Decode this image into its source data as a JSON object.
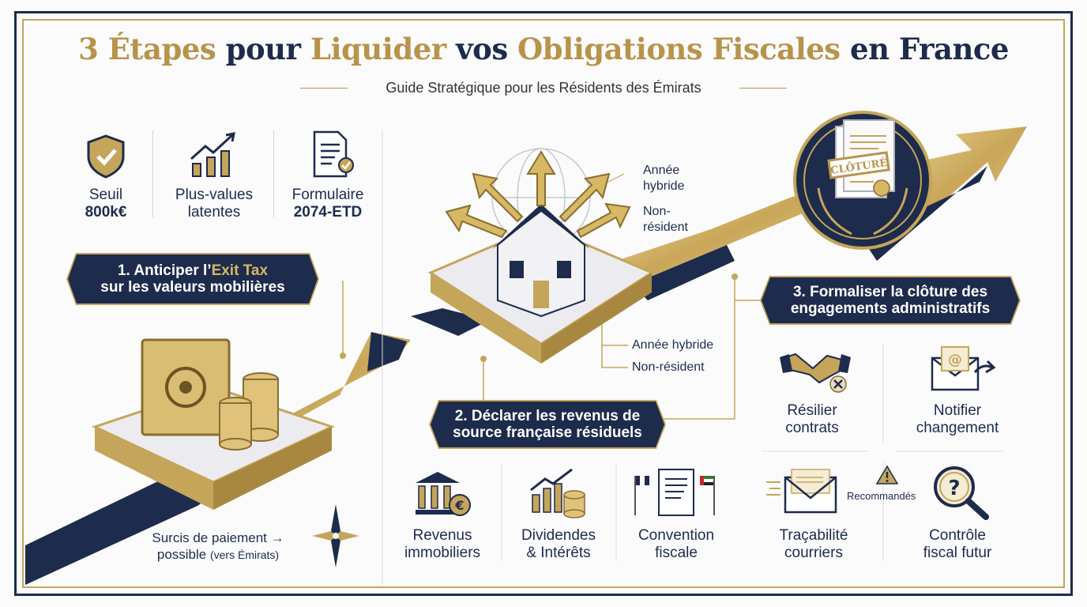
{
  "title": {
    "part1": "3 Étapes",
    "part2": "pour",
    "part3": "Liquider",
    "part4": "vos",
    "part5": "Obligations Fiscales",
    "part6": "en France"
  },
  "subtitle": "Guide Stratégique pour les Résidents des Émirats",
  "top_items": [
    {
      "line1": "Seuil",
      "line2": "800k€",
      "icon": "shield-check-icon"
    },
    {
      "line1": "Plus-values",
      "line2": "latentes",
      "icon": "growth-chart-icon"
    },
    {
      "line1": "Formulaire",
      "line2": "2074-ETD",
      "icon": "document-check-icon"
    }
  ],
  "step1": {
    "prefix": "1. Anticiper l’",
    "highlight": "Exit Tax",
    "line2": "sur les valeurs mobilières"
  },
  "step1_note": {
    "line1": "Surcis de paiement",
    "line2a": "possible",
    "line2b": "(vers Émirats)"
  },
  "step2": {
    "line1": "2. Déclarer les revenus de",
    "line2": "source française résiduels"
  },
  "house_labels_top": {
    "a1": "Année",
    "a2": "hybride",
    "b1": "Non-",
    "b2": "résident"
  },
  "house_labels_bottom": {
    "a": "Année hybride",
    "b": "Non-résident"
  },
  "step2_items": [
    {
      "line1": "Revenus",
      "line2": "immobiliers",
      "icon": "bank-euro-icon"
    },
    {
      "line1": "Dividendes",
      "line2": "& Intérêts",
      "icon": "coins-chart-icon"
    },
    {
      "line1": "Convention",
      "line2": "fiscale",
      "icon": "treaty-scroll-icon"
    }
  ],
  "step3": {
    "line1": "3. Formaliser la clôture des",
    "line2": "engagements administratifs"
  },
  "seal_text": "CLÔTURÉ",
  "step3_items": [
    {
      "line1": "Résilier",
      "line2": "contrats",
      "icon": "handshake-cancel-icon"
    },
    {
      "line1": "Notifier",
      "line2": "changement",
      "icon": "email-forward-icon"
    },
    {
      "line1": "Traçabilité",
      "line2": "courriers",
      "icon": "envelope-icon"
    },
    {
      "line1": "Contrôle",
      "line2": "fiscal futur",
      "icon": "magnifier-question-icon"
    }
  ],
  "recommended": "Recommandés",
  "colors": {
    "navy": "#1d2b4c",
    "gold": "#c4a55a",
    "gold_light": "#e4cf94"
  }
}
